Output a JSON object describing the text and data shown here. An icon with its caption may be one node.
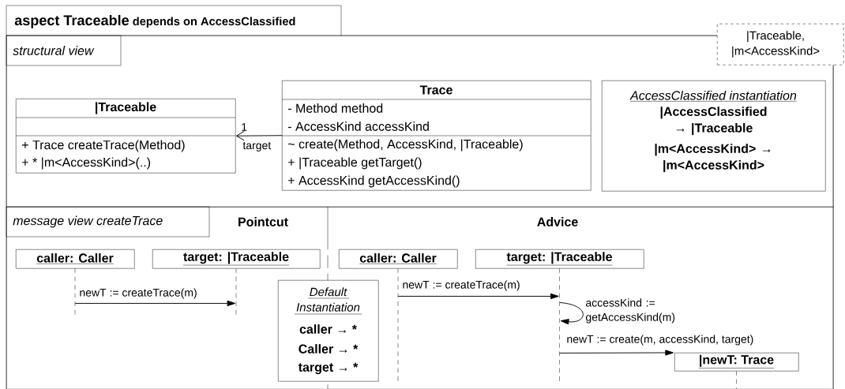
{
  "diagram": {
    "nodes": [
      {
        "text": [
          "aspect Traceable",
          "depends on AccessClassified"
        ]
      },
      {
        "text": [
          "structural view"
        ],
        "in": 0
      },
      {
        "text": [
          "|Traceable",
          "+ Trace createTrace(Method)",
          "+ * |m<AccessKind>(..)"
        ],
        "in": 1
      },
      {
        "text": [
          "Trace",
          "- Method method",
          "- AccessKind accessKind",
          "~ create(Method, AccessKind, |Traceable)",
          "+ |Traceable getTarget()",
          "+ AccessKind getAccessKind()"
        ],
        "in": 1
      },
      {
        "text": [
          "AccessClassified instantiation",
          "|AccessClassified → |Traceable",
          "|m<AccessKind> → |m<AccessKind>"
        ],
        "in": 1
      },
      {
        "text": [
          "|Traceable, |m<AccessKind>"
        ]
      },
      {
        "text": [
          "message view createTrace"
        ],
        "in": 0
      },
      {
        "text": [
          "caller: Caller"
        ],
        "in": 6
      },
      {
        "text": [
          "target: |Traceable"
        ],
        "in": 6
      },
      {
        "text": [
          "Default Instantiation",
          "caller → *",
          "Caller → *",
          "target → *"
        ],
        "in": 6
      },
      {
        "text": [
          "caller: Caller"
        ],
        "in": 6
      },
      {
        "text": [
          "target: |Traceable"
        ],
        "in": 6
      },
      {
        "text": [
          "|newT: Trace"
        ],
        "in": 6
      }
    ],
    "edges": [
      {
        "from": 3,
        "to": 2,
        "arrow": "to",
        "label": "target"
      },
      {
        "from": 7,
        "to": 8,
        "arrow": "to",
        "label": "newT := createTrace(m)"
      },
      {
        "from": 10,
        "to": 11,
        "arrow": "to",
        "label": "newT := createTrace(m)"
      },
      {
        "from": 11,
        "to": 11,
        "arrow": "to",
        "label": "accessKind := getAccessKind(m)"
      },
      {
        "from": 11,
        "to": 12,
        "arrow": "to",
        "label": "newT := create(m, accessKind, target)"
      }
    ],
    "labels": [
      "1",
      "Pointcut",
      "Advice"
    ]
  }
}
